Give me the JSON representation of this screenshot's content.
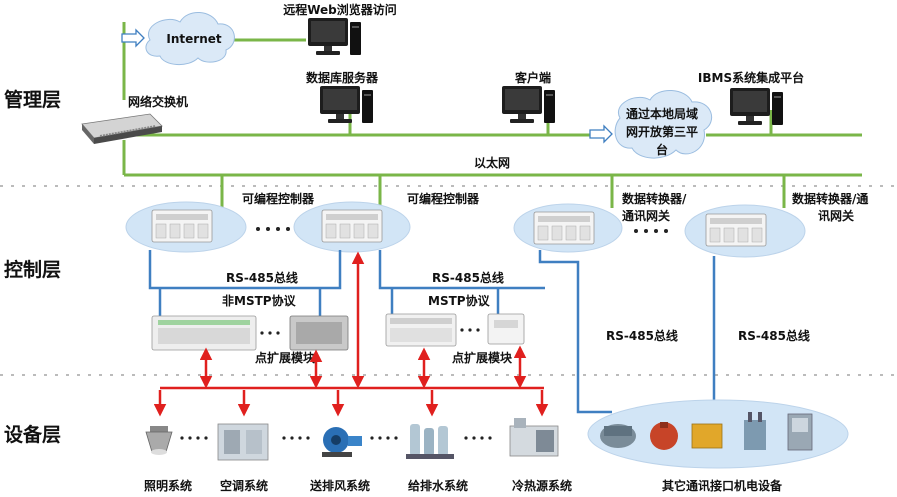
{
  "layers": {
    "management": "管理层",
    "control": "控制层",
    "device": "设备层"
  },
  "management": {
    "internet": "Internet",
    "web_access": "远程Web浏览器访问",
    "db_server": "数据库服务器",
    "client": "客户端",
    "ibms": "IBMS系统集成平台",
    "switch": "网络交换机",
    "lan_cloud": [
      "通过本地局域",
      "网开放第三平",
      "台"
    ],
    "ethernet": "以太网"
  },
  "control": {
    "plc1": "可编程控制器",
    "plc2": "可编程控制器",
    "gateway1": [
      "数据转换器/",
      "通讯网关"
    ],
    "gateway2": [
      "数据转换器/通",
      "讯网关"
    ],
    "bus1": "RS-485总线",
    "bus2": "RS-485总线",
    "bus3": "RS-485总线",
    "bus4": "RS-485总线",
    "non_mstp": "非MSTP协议",
    "mstp": "MSTP协议",
    "expansion1": "点扩展模块",
    "expansion2": "点扩展模块"
  },
  "devices": {
    "lighting": "照明系统",
    "hvac": "空调系统",
    "ventilation": "送排风系统",
    "water": "给排水系统",
    "heat_source": "冷热源系统",
    "other": "其它通讯接口机电设备"
  },
  "colors": {
    "ethernet": "#7ab648",
    "bus": "#3f7fc1",
    "signal": "#e0201e",
    "cloud": "#dbe9f7",
    "ellipse": "#d2e5f6",
    "separator": "#bbbbbb"
  }
}
